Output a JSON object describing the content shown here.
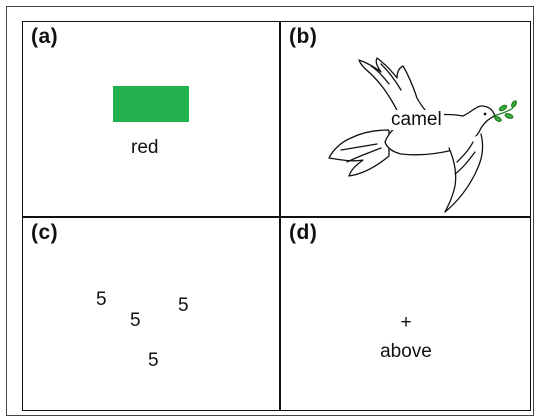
{
  "panels": {
    "a": {
      "label": "(a)",
      "word": "red",
      "swatch_color": "#22b14c"
    },
    "b": {
      "label": "(b)",
      "word": "camel",
      "icon": "dove-with-olive-branch"
    },
    "c": {
      "label": "(c)",
      "digits": [
        "5",
        "5",
        "5",
        "5"
      ]
    },
    "d": {
      "label": "(d)",
      "symbol": "+",
      "word": "above"
    }
  }
}
